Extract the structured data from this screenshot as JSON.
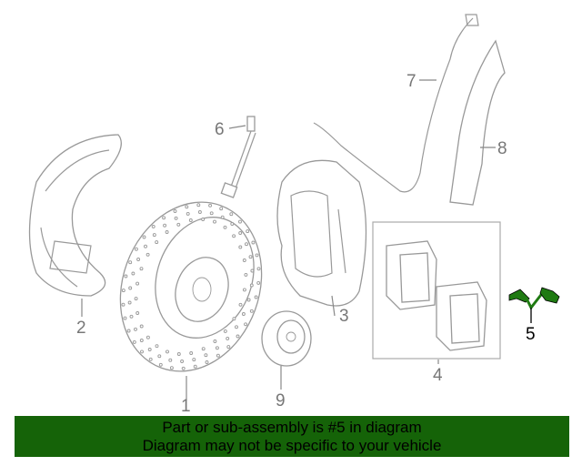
{
  "diagram": {
    "callouts": [
      {
        "id": "1",
        "label": "1"
      },
      {
        "id": "2",
        "label": "2"
      },
      {
        "id": "3",
        "label": "3"
      },
      {
        "id": "4",
        "label": "4"
      },
      {
        "id": "5",
        "label": "5"
      },
      {
        "id": "6",
        "label": "6"
      },
      {
        "id": "7",
        "label": "7"
      },
      {
        "id": "8",
        "label": "8"
      },
      {
        "id": "9",
        "label": "9"
      }
    ],
    "highlight_color": "#1f7a12",
    "line_color": "#999999"
  },
  "banner": {
    "line1": "Part or sub-assembly is #5 in diagram",
    "line2": "Diagram may not be specific to your vehicle",
    "background": "#156308"
  }
}
